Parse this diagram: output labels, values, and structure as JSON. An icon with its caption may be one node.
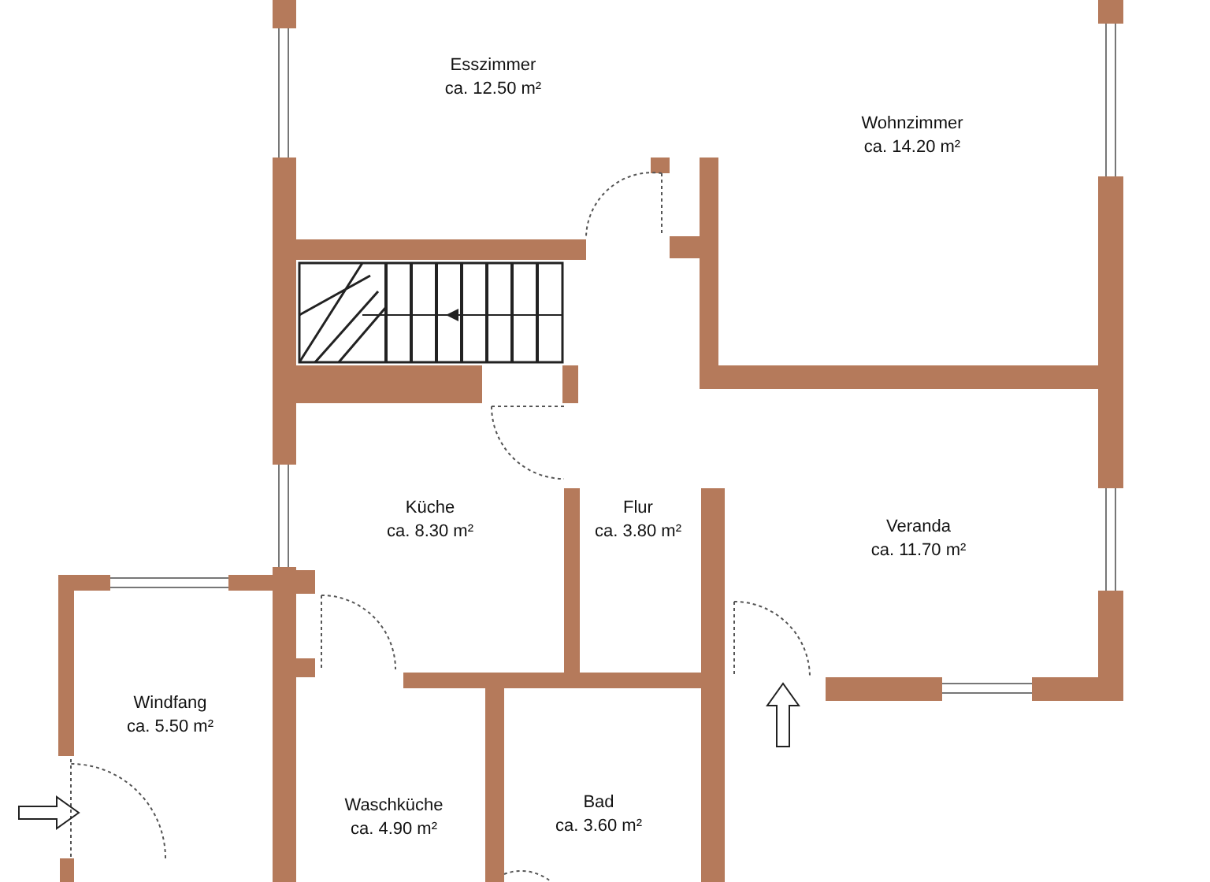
{
  "diagram": {
    "labels": [
      "Esszimmer",
      "ca. 12.50 m²",
      "Wohnzimmer",
      "ca. 14.20 m²",
      "Küche",
      "ca. 8.30 m²",
      "Flur",
      "ca. 3.80 m²",
      "Veranda",
      "ca. 11.70 m²",
      "Windfang",
      "ca. 5.50 m²",
      "Waschküche",
      "ca. 4.90 m²",
      "Bad",
      "ca. 3.60 m²"
    ]
  }
}
